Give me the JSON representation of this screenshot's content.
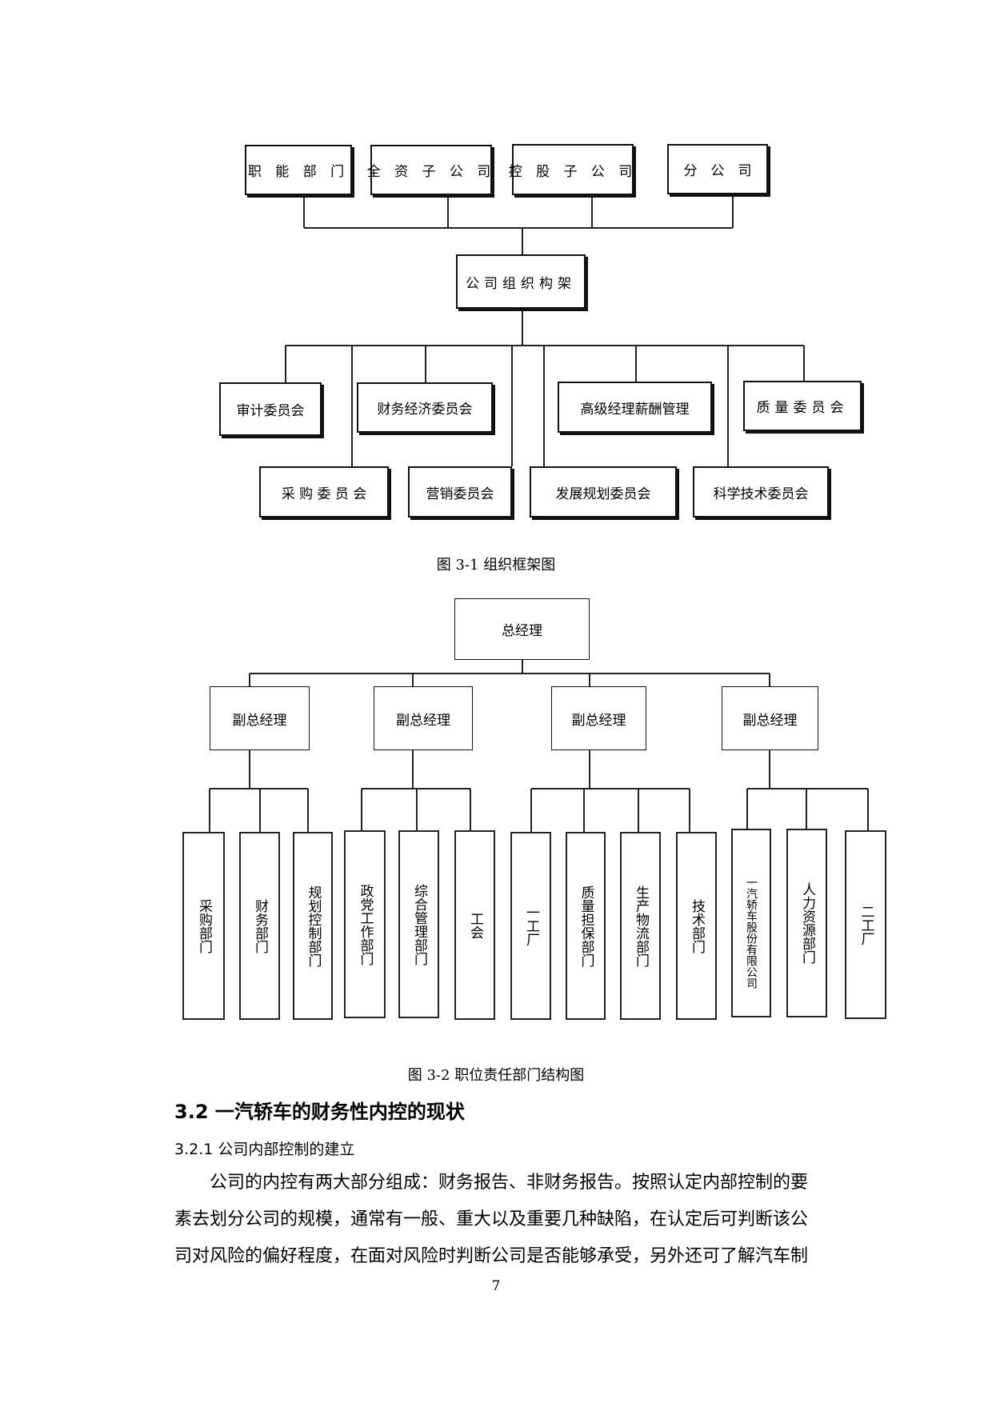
{
  "figure1": {
    "top_row": [
      "职 能 部 门",
      "全 资 子 公 司",
      "控 股 子 公 司",
      "分　公　司"
    ],
    "center": "公司组织构架",
    "committees_upper": [
      "审计委员会",
      "财务经济委员会",
      "高级经理薪酬管理",
      "质量委员会"
    ],
    "committees_lower": [
      "采 购 委 员 会",
      "营销委员会",
      "发展规划委员会",
      "科学技术委员会"
    ],
    "caption": "图 3-1 组织框架图"
  },
  "figure2": {
    "top": "总经理",
    "deputies": [
      "副总经理",
      "副总经理",
      "副总经理",
      "副总经理"
    ],
    "departments": [
      "采购部门",
      "财务部门",
      "规划控制部门",
      "政党工作部门",
      "综合管理部门",
      "工会",
      "一工厂",
      "质量担保部门",
      "生产物流部门",
      "技术部门",
      "一汽轿车股份有限公司",
      "人力资源部门",
      "二工厂"
    ],
    "caption": "图 3-2 职位责任部门结构图"
  },
  "section_heading": "3.2 一汽轿车的财务性内控的现状",
  "subsection_heading": "3.2.1 公司内部控制的建立",
  "body_lines": [
    "公司的内控有两大部分组成：财务报告、非财务报告。按照认定内部控制的要",
    "素去划分公司的规模，通常有一般、重大以及重要几种缺陷，在认定后可判断该公",
    "司对风险的偏好程度，在面对风险时判断公司是否能够承受，另外还可了解汽车制"
  ],
  "page_number": "7"
}
